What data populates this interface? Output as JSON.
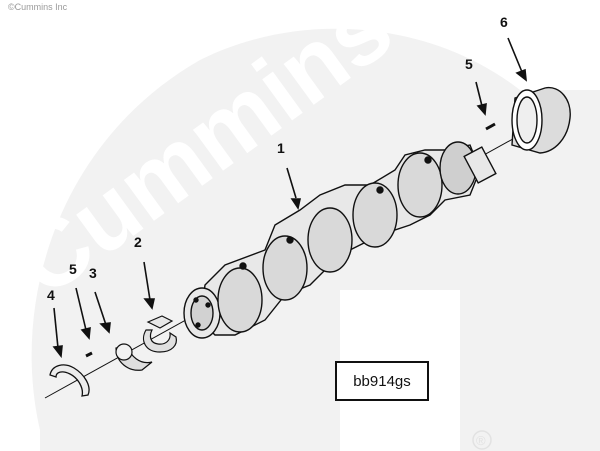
{
  "copyright": "©Cummins Inc",
  "watermark": "Cummins",
  "figure_id": "bb914gs",
  "callouts": {
    "crankshaft": "1",
    "main_bearing": "2",
    "thrust_bearing": "3",
    "front_seal_ring": "4",
    "dowel_pin_front": "5",
    "dowel_pin_rear": "5",
    "wear_sleeve": "6"
  },
  "registered_mark": "®"
}
